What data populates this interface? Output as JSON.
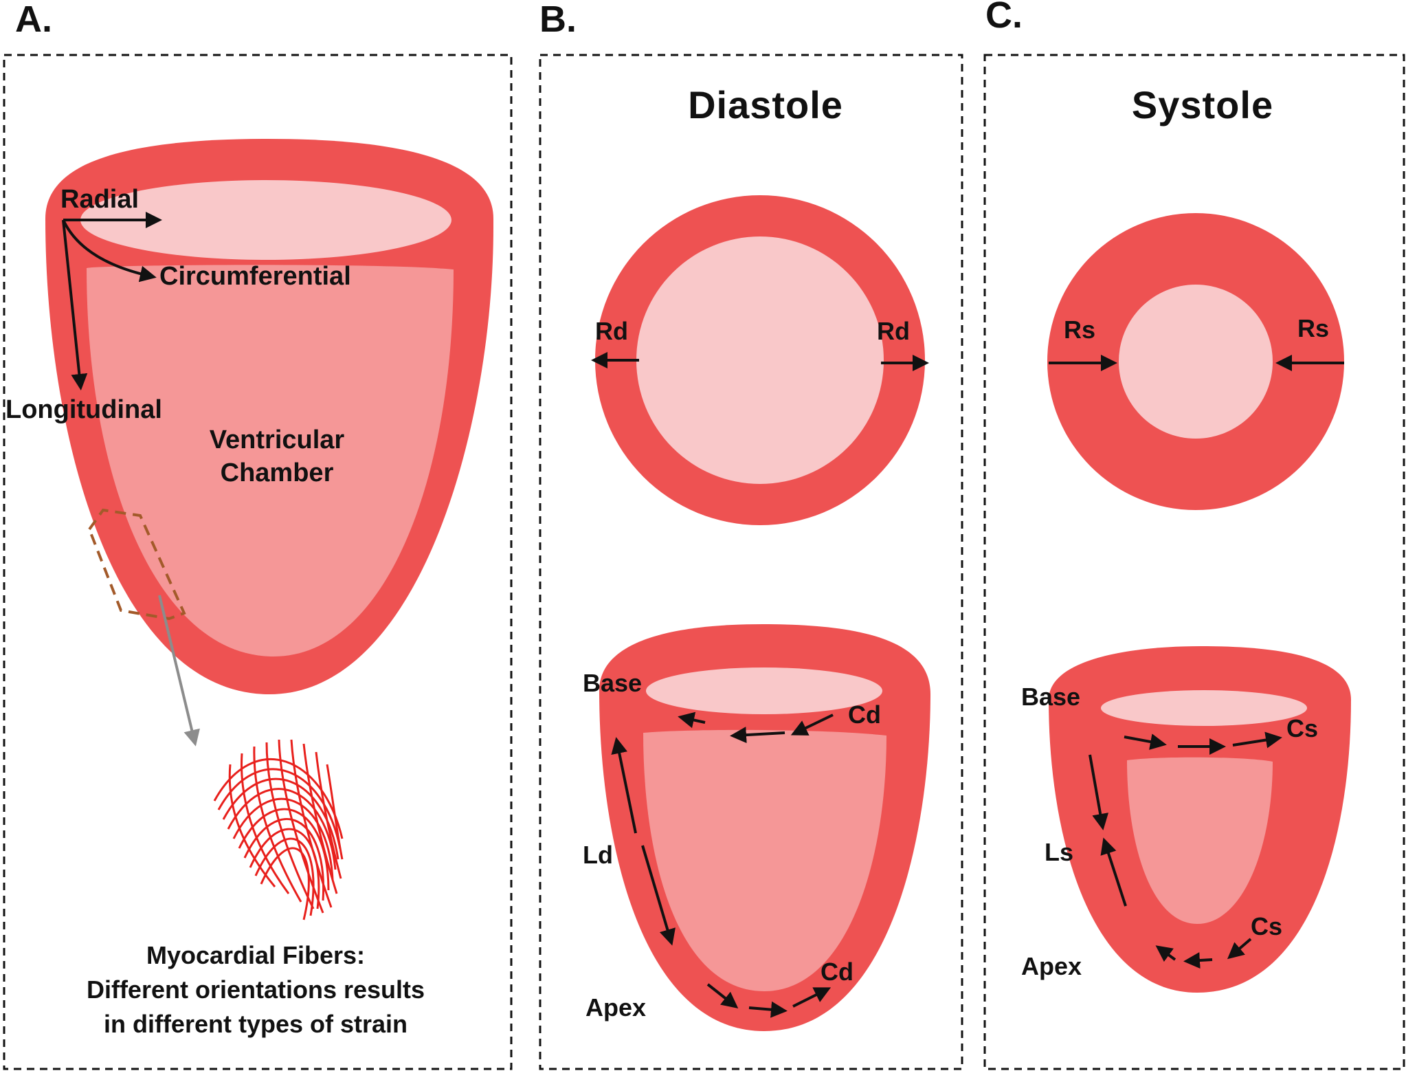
{
  "colors": {
    "wall": "#ee5252",
    "chamber": "#f59797",
    "lumen": "#f9c8c9",
    "fiber": "#e8201c",
    "fiber_box": "#a35a2a",
    "pointer": "#8c8c8c",
    "text": "#111111"
  },
  "panels": {
    "a": {
      "letter": "A.",
      "radial": "Radial",
      "circumferential": "Circumferential",
      "longitudinal": "Longitudinal",
      "chamber_line1": "Ventricular",
      "chamber_line2": "Chamber",
      "fibers_line1": "Myocardial Fibers:",
      "fibers_line2": "Different orientations results",
      "fibers_line3": "in different types of strain"
    },
    "b": {
      "letter": "B.",
      "title": "Diastole",
      "radial_left": "Rd",
      "radial_right": "Rd",
      "base": "Base",
      "apex": "Apex",
      "longitudinal": "Ld",
      "circ_top": "Cd",
      "circ_bottom": "Cd"
    },
    "c": {
      "letter": "C.",
      "title": "Systole",
      "radial_left": "Rs",
      "radial_right": "Rs",
      "base": "Base",
      "apex": "Apex",
      "longitudinal": "Ls",
      "circ_top": "Cs",
      "circ_bottom": "Cs"
    }
  }
}
